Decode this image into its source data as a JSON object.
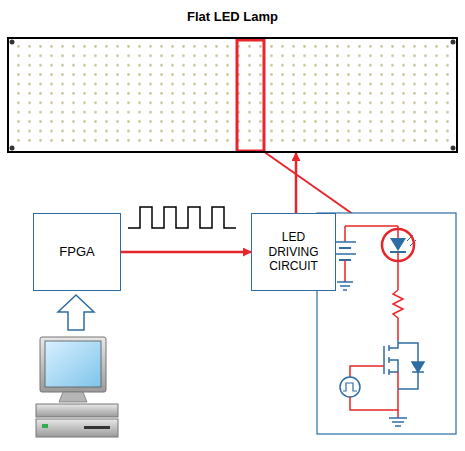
{
  "diagram": {
    "nodes": [
      {
        "text": [
          "Flat LED Lamp"
        ]
      },
      {
        "text": [
          "FPGA"
        ]
      },
      {
        "text": [
          "LED DRIVING CIRCUIT"
        ]
      }
    ],
    "edges": [
      {
        "from": 1,
        "to": 2,
        "arrow": "to"
      },
      {
        "from": 2,
        "to": 0,
        "arrow": "to"
      }
    ]
  }
}
